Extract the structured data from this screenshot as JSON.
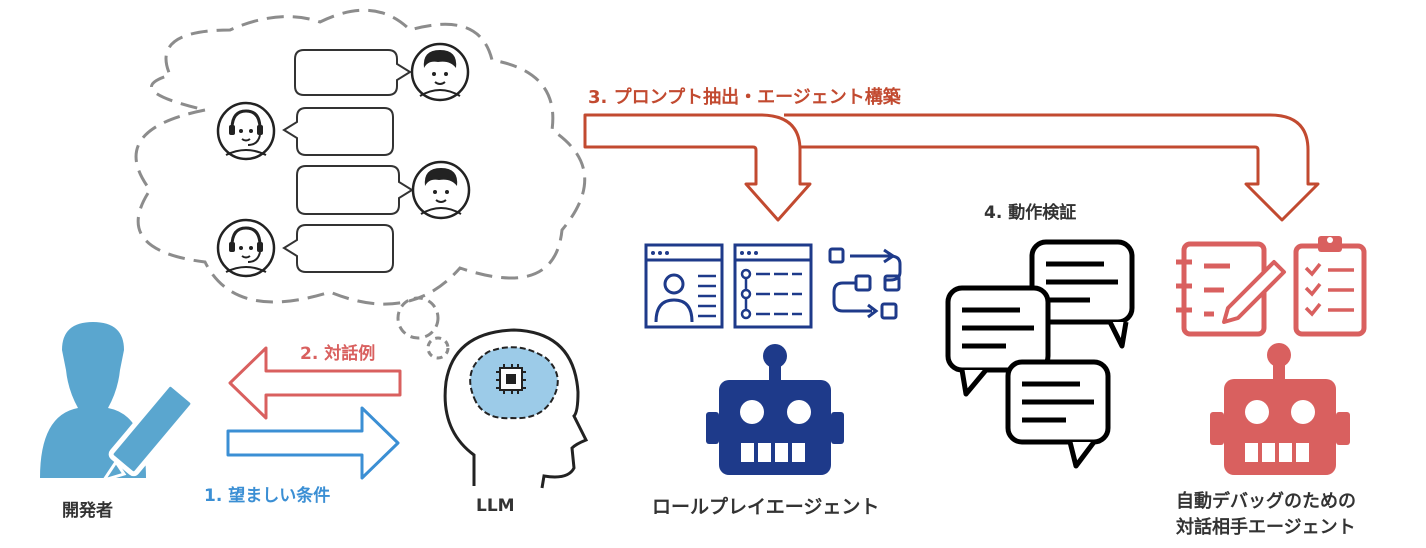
{
  "labels": {
    "developer": "開発者",
    "llm": "LLM",
    "step1": "1. 望ましい条件",
    "step2": "2. 対話例",
    "step3": "3. プロンプト抽出・エージェント構築",
    "step4": "4. 動作検証",
    "roleplay_agent": "ロールプレイエージェント",
    "debug_agent_line1": "自動デバッグのための",
    "debug_agent_line2": "対話相手エージェント"
  },
  "colors": {
    "developer_blue": "#5aa6cf",
    "step1_blue": "#3b8fd4",
    "step2_red": "#d9605f",
    "step3_red": "#c24a30",
    "roleplay_navy": "#1e3a8a",
    "debug_red": "#d9605f",
    "dash_gray": "#8c8c8c",
    "black": "#000000"
  },
  "icons": {
    "developer": "person-with-pen-icon",
    "llm": "head-with-brain-chip-icon",
    "roleplay_panel": "profile-checklist-flow-icon",
    "roleplay_robot": "robot-icon",
    "verification": "chat-bubbles-icon",
    "debug_panel": "notepad-clipboard-icon",
    "debug_robot": "robot-icon"
  }
}
